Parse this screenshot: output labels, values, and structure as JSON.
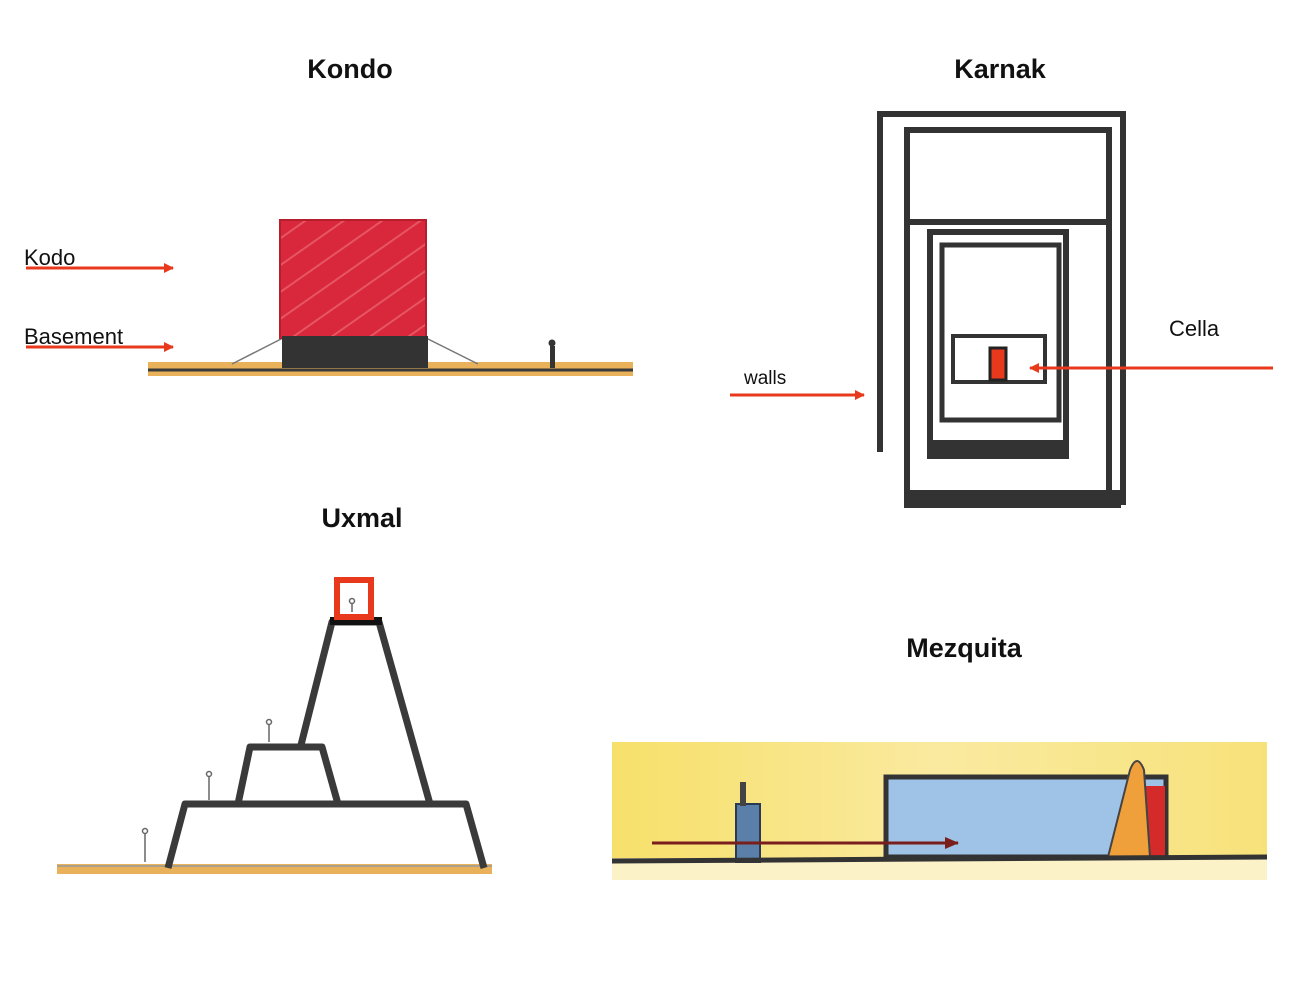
{
  "diagrams": {
    "kondo": {
      "title": "Kondo",
      "labels": {
        "kodo": "Kodo",
        "basement": "Basement"
      }
    },
    "karnak": {
      "title": "Karnak",
      "labels": {
        "walls": "walls",
        "cella": "Cella"
      }
    },
    "uxmal": {
      "title": "Uxmal"
    },
    "mezquita": {
      "title": "Mezquita"
    }
  },
  "colors": {
    "accent_red": "#e8391d",
    "kodo_red": "#d9283b",
    "structure": "#3a3a3a",
    "ground": "#e9b25a",
    "mezquita_yellow": "#f7e27a",
    "mezquita_blue": "#9ec3e6",
    "mihrab_orange": "#f0a03a",
    "axis_arrow": "#7a1d1d"
  }
}
